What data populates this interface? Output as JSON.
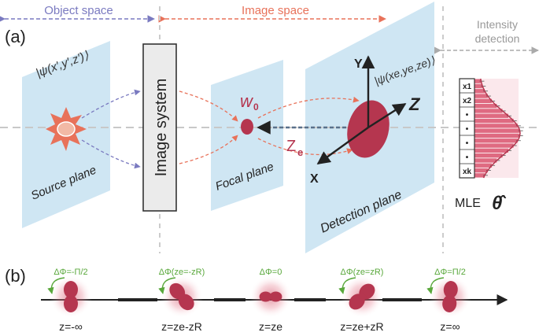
{
  "panel_a": {
    "label": "(a)",
    "object_space": "Object space",
    "image_space": "Image space",
    "intensity_line1": "Intensity",
    "intensity_line2": "detection",
    "psi_source": "|ψ(x′,y′,z′)⟩",
    "psi_detect": "|ψ(xe,ye,ze)⟩",
    "source_plane": "Source plane",
    "image_system": "Image system",
    "w0": "w",
    "w0_sub": "0",
    "focal_plane": "Focal plane",
    "ze": "Z",
    "ze_sub": "e",
    "axis_y": "Y",
    "axis_z": "Z",
    "axis_x": "X",
    "detection_plane": "Detection plane",
    "bins": [
      "x1",
      "x2",
      "•",
      "•",
      "•",
      "•",
      "xk"
    ],
    "mle_label": "MLE",
    "theta_hat": "θ̂"
  },
  "panel_b": {
    "label": "(b)",
    "states": [
      {
        "top": "ΔΦ=-Π/2",
        "bottom": "z=-∞"
      },
      {
        "top": "ΔΦ(ze=-zR)",
        "bottom": "z=ze-zR"
      },
      {
        "top": "ΔΦ=0",
        "bottom": "z=ze"
      },
      {
        "top": "ΔΦ(ze=zR)",
        "bottom": "z=ze+zR"
      },
      {
        "top": "ΔΦ=Π/2",
        "bottom": "z=∞"
      }
    ]
  },
  "colors": {
    "plane": "#cfe6f3",
    "blob": "#b5364f",
    "orange": "#e8725a",
    "purple": "#7a7ac0",
    "green": "#5aa83c"
  }
}
